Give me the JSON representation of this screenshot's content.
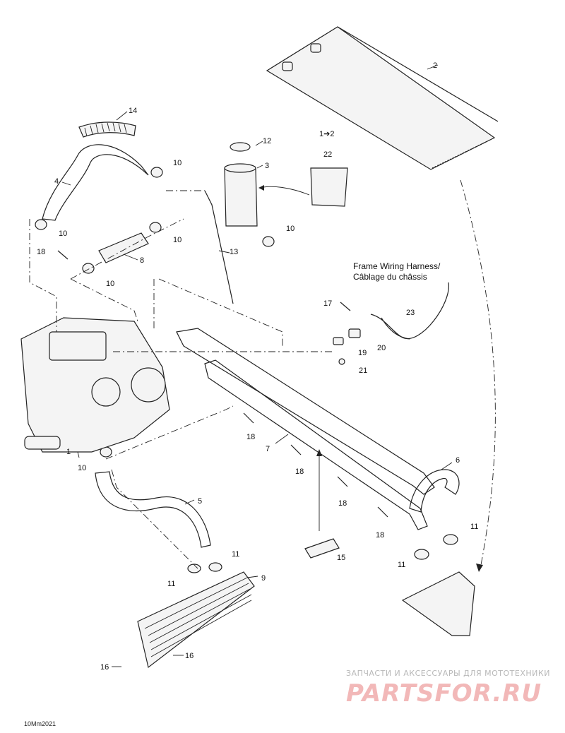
{
  "callouts": {
    "c1": "1",
    "c2": "2",
    "c1to2": "1➔2",
    "c3": "3",
    "c4": "4",
    "c5": "5",
    "c6": "6",
    "c7": "7",
    "c8": "8",
    "c9": "9",
    "c10": "10",
    "c11": "11",
    "c12": "12",
    "c13": "13",
    "c14": "14",
    "c15": "15",
    "c16": "16",
    "c17": "17",
    "c18": "18",
    "c19": "19",
    "c20": "20",
    "c21": "21",
    "c22": "22",
    "c23": "23"
  },
  "harness_label": {
    "line1": "Frame Wiring Harness/",
    "line2": "Câblage du châssis"
  },
  "reference_code": "10Mm2021",
  "watermark": {
    "tagline": "ЗАПЧАСТИ И АКСЕССУАРЫ ДЛЯ МОТОТЕХНИКИ",
    "logo": "PARTSFOR.RU",
    "tagline_color": "#b8b8b8",
    "logo_color": "#f2b8b8"
  }
}
